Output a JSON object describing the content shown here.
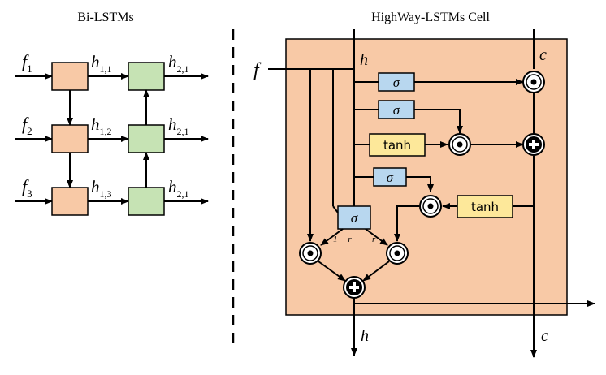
{
  "left_panel": {
    "title": "Bi-LSTMs",
    "inputs": [
      {
        "base": "f",
        "sub": "1"
      },
      {
        "base": "f",
        "sub": "2"
      },
      {
        "base": "f",
        "sub": "3"
      }
    ],
    "forward_outputs": [
      {
        "base": "h",
        "sub": "1,1"
      },
      {
        "base": "h",
        "sub": "1,2"
      },
      {
        "base": "h",
        "sub": "1,3"
      }
    ],
    "backward_outputs": [
      {
        "base": "h",
        "sub": "2,1"
      },
      {
        "base": "h",
        "sub": "2,1"
      },
      {
        "base": "h",
        "sub": "2,1"
      }
    ]
  },
  "right_panel": {
    "title": "HighWay-LSTMs Cell",
    "input_label": "f",
    "hidden_label": "h",
    "cell_label": "c",
    "out_hidden_label": "h",
    "out_cell_label": "c",
    "sigma": "σ",
    "tanh": "tanh",
    "gate_left_label": "1 − r",
    "gate_right_label": "r"
  },
  "colors": {
    "cell_background": "#f8c9a6",
    "forward_box": "#f8c9a6",
    "backward_box": "#c6e3b4",
    "sigma_box": "#b8d7ef",
    "tanh_box": "#fde89a"
  }
}
